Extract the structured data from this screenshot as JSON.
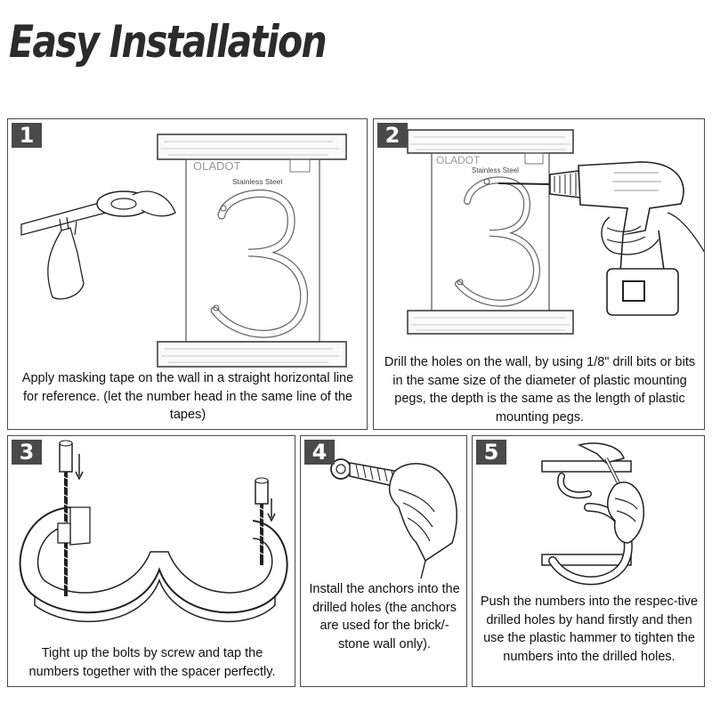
{
  "title": "Easy Installation",
  "steps": [
    {
      "number": "1",
      "brand": "OLADOT",
      "material": "Stainless Steel",
      "digit": "3",
      "text": "Apply masking tape on the wall in a straight horizontal line for reference. (let the number head in the same line of the tapes)"
    },
    {
      "number": "2",
      "brand": "OLADOT",
      "material": "Stainless Steel",
      "digit": "3",
      "text": "Drill the holes on the wall, by using 1/8\" drill bits or bits in the same size of the diameter of plastic mounting pegs, the depth is the same as the length of plastic mounting pegs."
    },
    {
      "number": "3",
      "text": "Tight up the bolts by screw and tap the numbers together with the spacer perfectly."
    },
    {
      "number": "4",
      "text": "Install the anchors into the drilled holes (the anchors are used for the brick/-stone wall only)."
    },
    {
      "number": "5",
      "text": "Push the numbers into the respec-tive drilled holes by hand firstly and then use the plastic hammer to tighten the numbers into the drilled holes."
    }
  ]
}
